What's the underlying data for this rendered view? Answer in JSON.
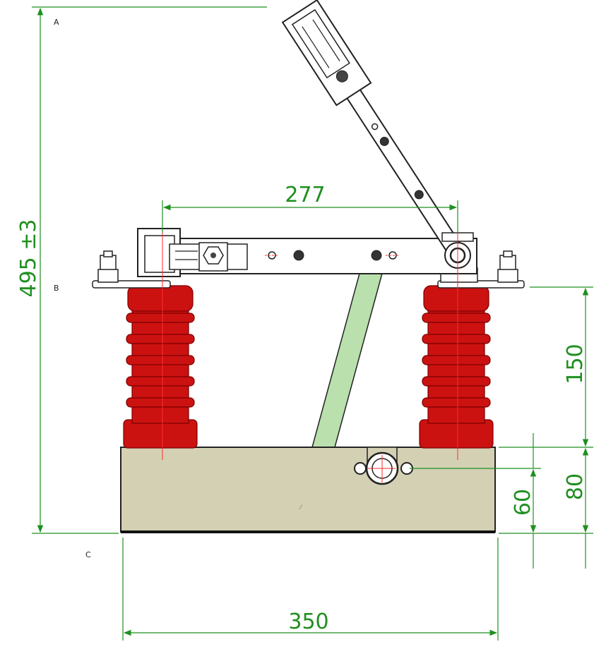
{
  "drawing": {
    "reference_labels": {
      "a": "A",
      "b": "B",
      "c": "C"
    },
    "dimensions": {
      "overall_height": "495 ±3",
      "contact_spacing": "277",
      "insulator_height": "150",
      "base_height": "80",
      "terminal_height": "60",
      "base_width": "350"
    },
    "colors": {
      "dimension_line": "#1f8f1f",
      "insulator": "#cc1111",
      "base": "#d4d0b4",
      "operating_rod": "#b9e0ad",
      "centerline": "#ff2a2a",
      "metal": "#ffffff"
    }
  }
}
